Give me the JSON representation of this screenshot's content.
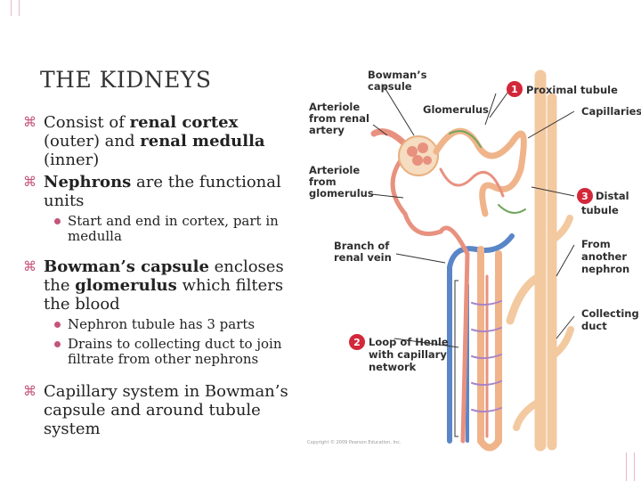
{
  "slide": {
    "title": "THE KIDNEYS",
    "bullets": [
      {
        "segments": [
          "Consist of ",
          "renal cortex",
          " (outer) and ",
          "renal medulla",
          " (inner)"
        ],
        "sub": []
      },
      {
        "segments": [
          "Nephrons",
          " are the functional units"
        ],
        "sub": [
          "Start and end in cortex, part in medulla"
        ]
      },
      {
        "segments": [
          "Bowman’s capsule",
          " encloses the ",
          "glomerulus",
          " which filters the blood"
        ],
        "sub": [
          "Nephron tubule has 3 parts",
          "Drains to collecting duct to join filtrate from other nephrons"
        ]
      },
      {
        "segments": [
          "Capillary system in Bowman’s capsule and around tubule system"
        ],
        "sub": []
      }
    ]
  },
  "diagram": {
    "labels": {
      "bowmans_capsule_1": "Bowman’s",
      "bowmans_capsule_2": "capsule",
      "proximal_tubule": "Proximal tubule",
      "arteriole_renal_1": "Arteriole",
      "arteriole_renal_2": "from renal",
      "arteriole_renal_3": "artery",
      "glomerulus": "Glomerulus",
      "capillaries": "Capillaries",
      "arteriole_glom_1": "Arteriole",
      "arteriole_glom_2": "from",
      "arteriole_glom_3": "glomerulus",
      "distal_tubule_1": "Distal",
      "distal_tubule_2": "tubule",
      "renal_vein_1": "Branch of",
      "renal_vein_2": "renal vein",
      "other_nephron_1": "From",
      "other_nephron_2": "another",
      "other_nephron_3": "nephron",
      "collecting_duct_1": "Collecting",
      "collecting_duct_2": "duct",
      "loop_henle_1": "Loop of Henle",
      "loop_henle_2": "with capillary",
      "loop_henle_3": "network",
      "badge_1": "1",
      "badge_2": "2",
      "badge_3": "3",
      "credit": "Copyright © 2009 Pearson Education, Inc."
    },
    "colors": {
      "artery": "#e8917f",
      "vein": "#5a86c8",
      "tubule": "#f3c9a0",
      "badge": "#d2283a",
      "accent": "#c4557a"
    }
  }
}
